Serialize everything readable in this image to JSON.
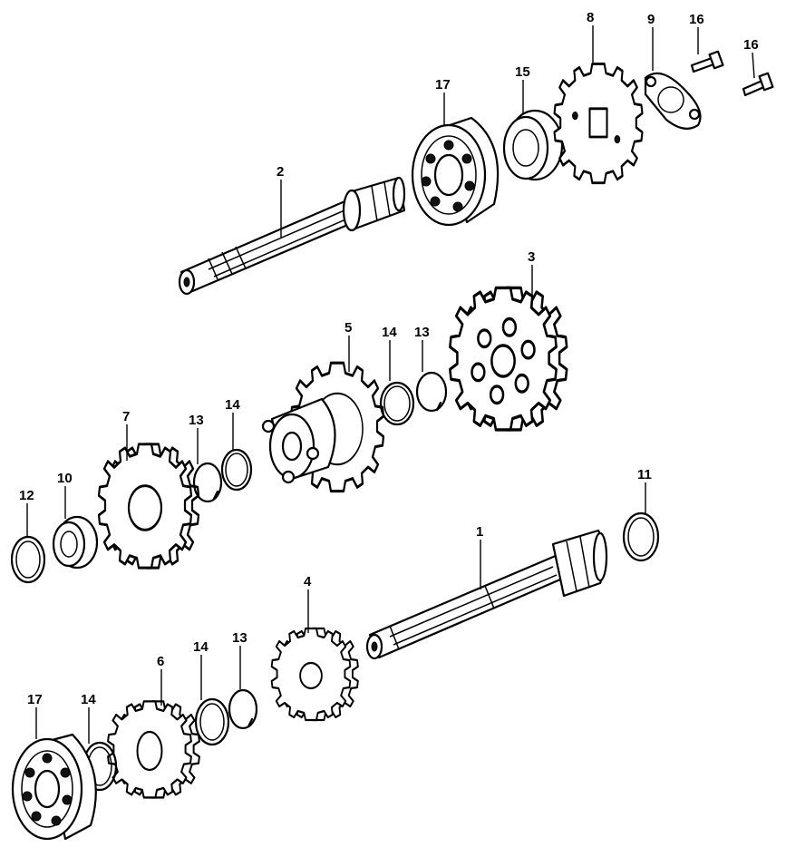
{
  "diagram": {
    "colors": {
      "ink": "#000000",
      "paper": "#ffffff"
    },
    "callouts": [
      {
        "id": "c8",
        "label": "8"
      },
      {
        "id": "c9",
        "label": "9"
      },
      {
        "id": "c16a",
        "label": "16"
      },
      {
        "id": "c16b",
        "label": "16"
      },
      {
        "id": "c17a",
        "label": "17"
      },
      {
        "id": "c15",
        "label": "15"
      },
      {
        "id": "c2",
        "label": "2"
      },
      {
        "id": "c3",
        "label": "3"
      },
      {
        "id": "c5",
        "label": "5"
      },
      {
        "id": "c14a",
        "label": "14"
      },
      {
        "id": "c13a",
        "label": "13"
      },
      {
        "id": "c7",
        "label": "7"
      },
      {
        "id": "c13b",
        "label": "13"
      },
      {
        "id": "c14b",
        "label": "14"
      },
      {
        "id": "c12",
        "label": "12"
      },
      {
        "id": "c10",
        "label": "10"
      },
      {
        "id": "c11",
        "label": "11"
      },
      {
        "id": "c1",
        "label": "1"
      },
      {
        "id": "c4",
        "label": "4"
      },
      {
        "id": "c6",
        "label": "6"
      },
      {
        "id": "c14c",
        "label": "14"
      },
      {
        "id": "c13c",
        "label": "13"
      },
      {
        "id": "c17b",
        "label": "17"
      },
      {
        "id": "c14d",
        "label": "14"
      }
    ]
  }
}
